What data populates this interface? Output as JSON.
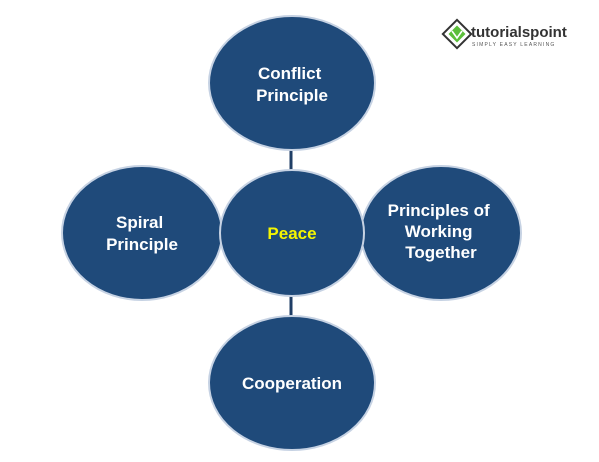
{
  "colors": {
    "node_fill": "#1f4a7a",
    "node_stroke": "#c6d2e3",
    "connector": "#1f3e66",
    "node_text": "#ffffff",
    "center_text": "#f5f500",
    "logo_green": "#5bbf3a",
    "logo_dark": "#333333"
  },
  "logo": {
    "icon": "tutorialspoint-logo-icon",
    "brand": "tutorialspoint",
    "tagline": "SIMPLY EASY LEARNING"
  },
  "nodes": {
    "center": {
      "lines": [
        "Peace"
      ]
    },
    "top": {
      "lines": [
        "Conflict",
        "Principle"
      ]
    },
    "left": {
      "lines": [
        "Spiral",
        "Principle"
      ]
    },
    "right": {
      "lines": [
        "Principles of",
        "Working",
        "Together"
      ]
    },
    "bottom": {
      "lines": [
        "Cooperation"
      ]
    }
  }
}
